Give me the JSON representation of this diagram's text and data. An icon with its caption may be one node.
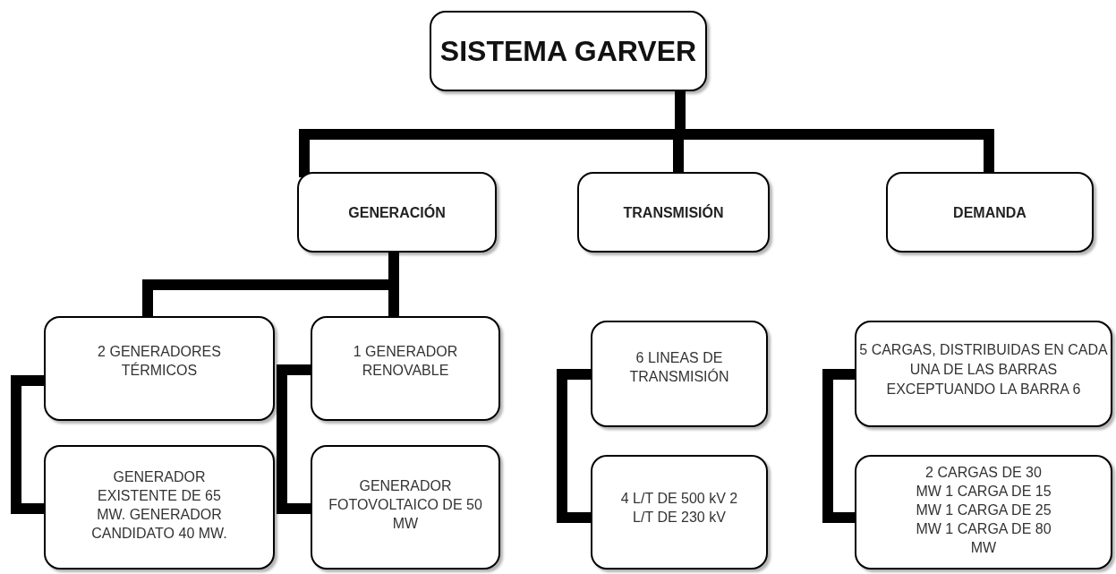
{
  "diagram": {
    "nodes": [
      {
        "text": [
          "SISTEMA GARVER"
        ]
      },
      {
        "text": [
          "GENERACIÓN"
        ]
      },
      {
        "text": [
          "TRANSMISIÓN"
        ]
      },
      {
        "text": [
          "DEMANDA"
        ]
      },
      {
        "text": [
          "2 GENERADORES TÉRMICOS"
        ]
      },
      {
        "text": [
          "1 GENERADOR RENOVABLE"
        ]
      },
      {
        "text": [
          "GENERADOR EXISTENTE DE 65 MW. GENERADOR CANDIDATO 40 MW."
        ]
      },
      {
        "text": [
          "GENERADOR FOTOVOLTAICO DE 50 MW"
        ]
      },
      {
        "text": [
          "6 LINEAS DE TRANSMISIÓN"
        ]
      },
      {
        "text": [
          "4 L/T DE 500 kV 2 L/T DE 230 kV"
        ]
      },
      {
        "text": [
          "5 CARGAS, DISTRIBUIDAS EN CADA UNA DE LAS BARRAS EXCEPTUANDO LA BARRA 6"
        ]
      },
      {
        "text": [
          "2 CARGAS DE 30 MW 1 CARGA DE 15 MW 1 CARGA DE 25 MW 1 CARGA DE 80 MW"
        ]
      }
    ],
    "edges": [
      {
        "from": 0,
        "to": 1,
        "arrow": "none"
      },
      {
        "from": 0,
        "to": 2,
        "arrow": "none"
      },
      {
        "from": 0,
        "to": 3,
        "arrow": "none"
      },
      {
        "from": 1,
        "to": 4,
        "arrow": "none"
      },
      {
        "from": 1,
        "to": 5,
        "arrow": "none"
      },
      {
        "from": 4,
        "to": 6,
        "arrow": "none"
      },
      {
        "from": 5,
        "to": 7,
        "arrow": "none"
      },
      {
        "from": 8,
        "to": 9,
        "arrow": "none"
      },
      {
        "from": 10,
        "to": 11,
        "arrow": "none"
      }
    ]
  }
}
